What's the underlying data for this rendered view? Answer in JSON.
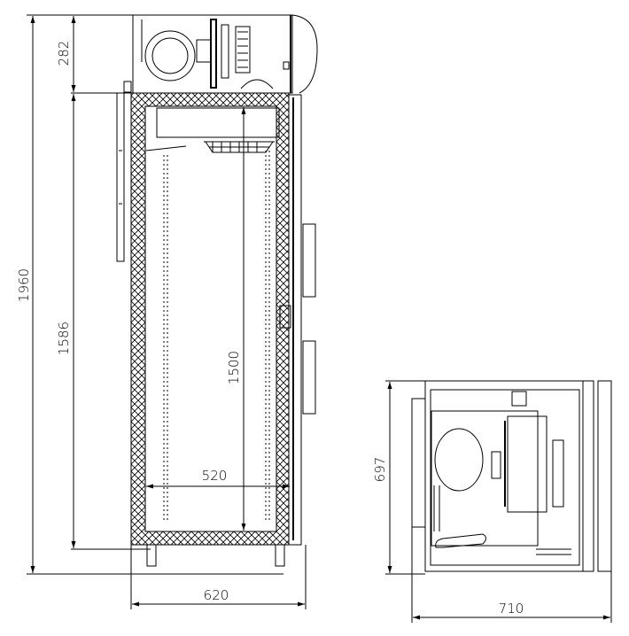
{
  "drawing": {
    "side_view": {
      "dimensions": {
        "total_height": "1960",
        "unit_height": "282",
        "cabinet_height": "1586",
        "inner_height": "1500",
        "inner_depth": "520",
        "total_depth": "620"
      }
    },
    "top_view": {
      "dimensions": {
        "depth": "697",
        "width": "710"
      }
    }
  }
}
